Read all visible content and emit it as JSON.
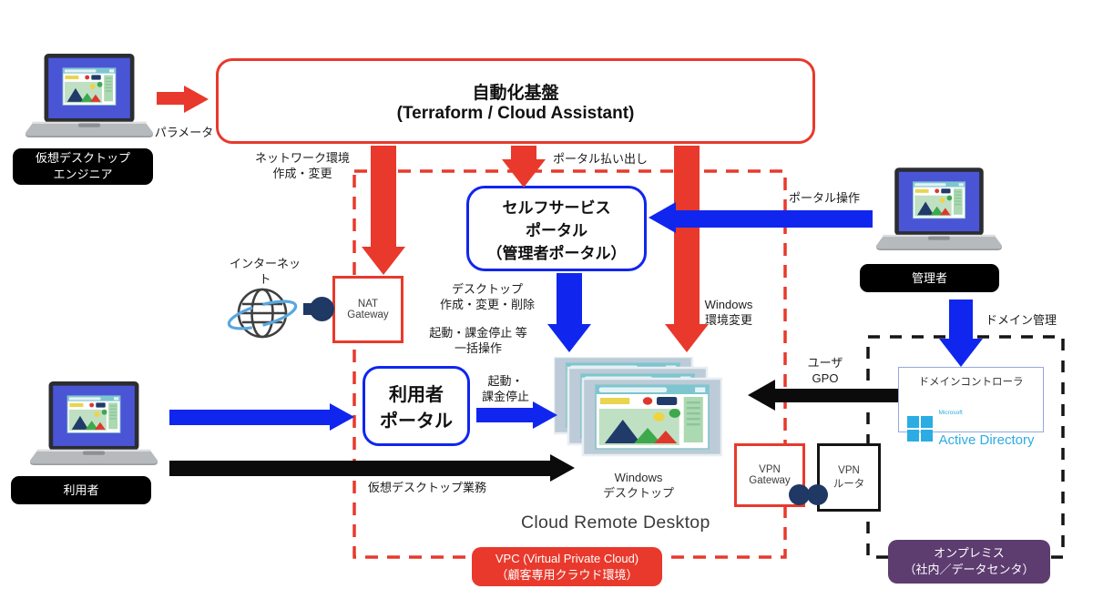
{
  "title": "Cloud Remote Desktop",
  "colors": {
    "red": "#e8392c",
    "blue": "#1026ee",
    "navy": "#1f3864",
    "purple": "#5d3c70",
    "ad_blue": "#2bace3",
    "panel": "#bccbd7"
  },
  "boxes": {
    "automation": "自動化基盤\n(Terraform / Cloud Assistant)",
    "self_service_portal": "セルフサービス\nポータル\n（管理者ポータル）",
    "user_portal": "利用者\nポータル",
    "nat_gateway": "NAT\nGateway",
    "vpn_gateway": "VPN\nGateway",
    "vpn_router": "VPN\nルータ",
    "domain_controller_title": "ドメインコントローラ",
    "ad_brand_small": "Microsoft",
    "ad_brand": "Active Directory",
    "windows_desktop": "Windows\nデスクトップ",
    "internet": "インターネット"
  },
  "actors": {
    "engineer": "仮想デスクトップ\nエンジニア",
    "user": "利用者",
    "admin": "管理者"
  },
  "zones": {
    "vpc": "VPC (Virtual Private Cloud)\n（顧客専用クラウド環境）",
    "onprem": "オンプレミス\n（社内／データセンタ）"
  },
  "flows": {
    "parameter": "パラメータ",
    "network_env": "ネットワーク環境\n作成・変更",
    "portal_provision": "ポータル払い出し",
    "portal_operation": "ポータル操作",
    "desktop_ops": "デスクトップ\n作成・変更・削除",
    "bulk_ops": "起動・課金停止 等\n一括操作",
    "windows_env": "Windows\n環境変更",
    "start_stop": "起動・\n課金停止",
    "domain_mgmt": "ドメイン管理",
    "user_gpo": "ユーザ\nGPO",
    "vdi_work": "仮想デスクトップ業務"
  }
}
